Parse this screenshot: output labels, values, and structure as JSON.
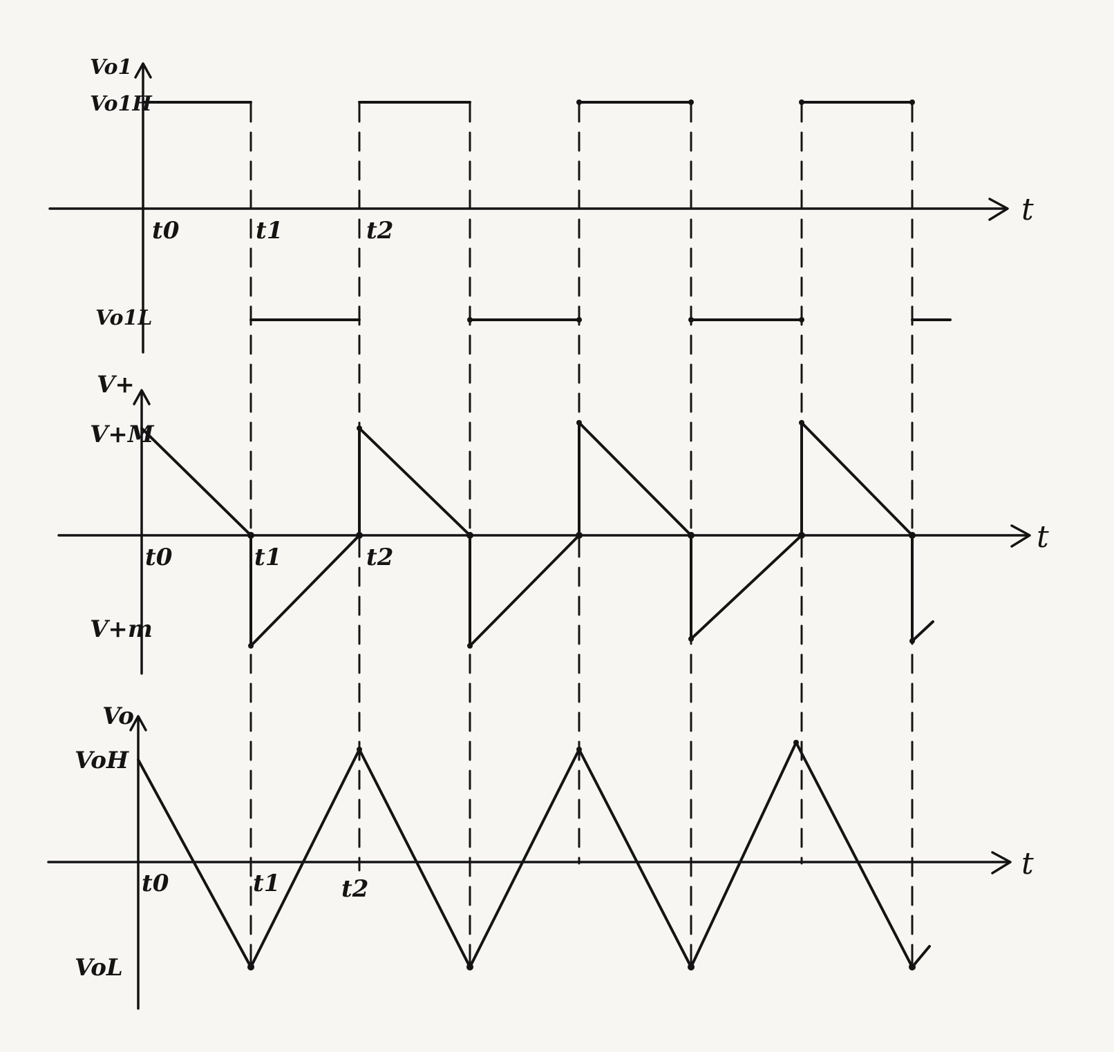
{
  "panels": [
    {
      "id": "vo1",
      "y_axis_label": "Vo1",
      "high_label": "Vo1H",
      "low_label": "Vo1L",
      "x_axis_label": "t",
      "time_labels": [
        "t0",
        "t1",
        "t2"
      ]
    },
    {
      "id": "vplus",
      "y_axis_label": "V+",
      "high_label": "V+M",
      "low_label": "V+m",
      "x_axis_label": "t",
      "time_labels": [
        "t0",
        "t1",
        "t2"
      ]
    },
    {
      "id": "vo",
      "y_axis_label": "Vo",
      "high_label": "VoH",
      "low_label": "VoL",
      "x_axis_label": "t",
      "time_labels": [
        "t0",
        "t1",
        "t2"
      ]
    }
  ]
}
